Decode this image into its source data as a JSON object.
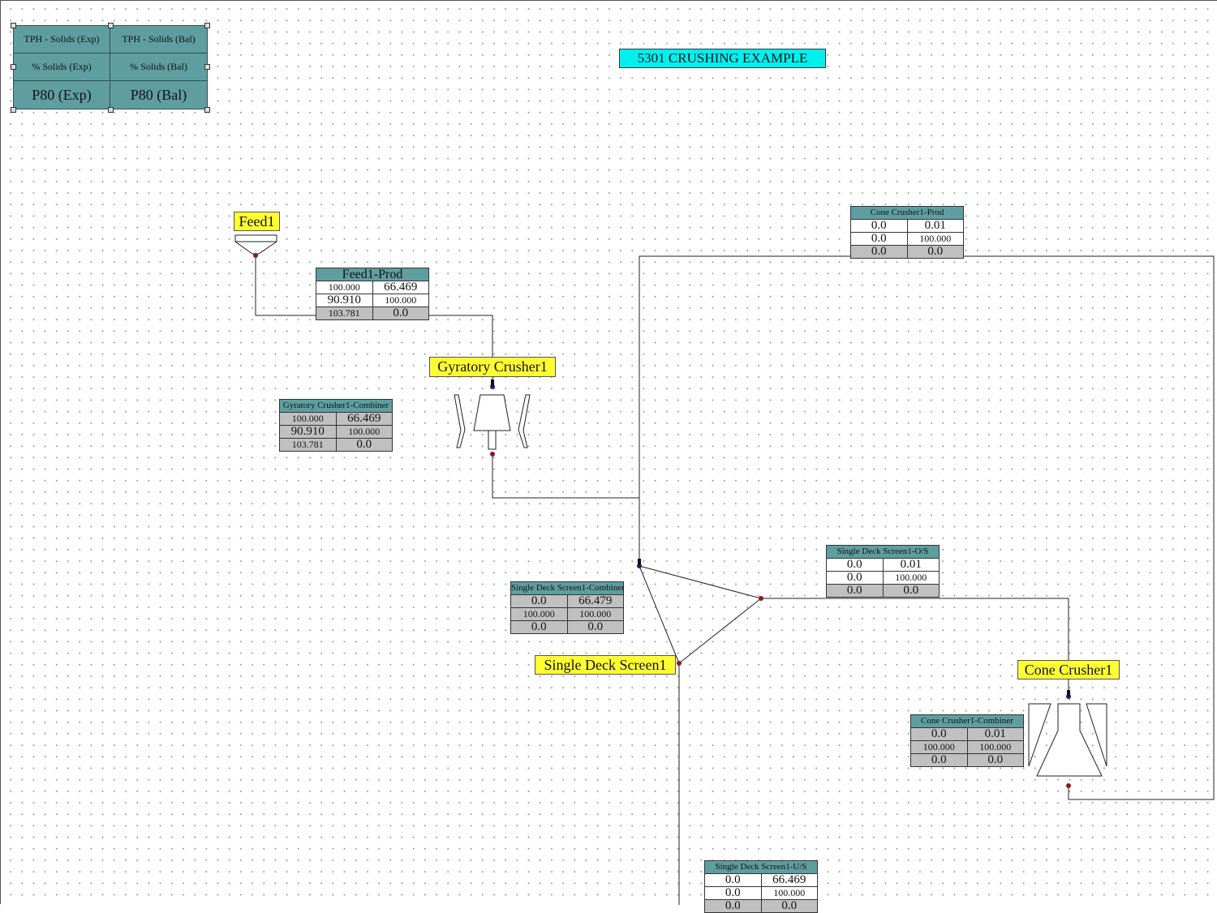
{
  "legend": {
    "r1c1": "TPH - Solids (Exp)",
    "r1c2": "TPH - Solids (Bal)",
    "r2c1": "% Solids (Exp)",
    "r2c2": "% Solids (Bal)",
    "r3c1": "P80 (Exp)",
    "r3c2": "P80 (Bal)"
  },
  "title": "5301 CRUSHING EXAMPLE",
  "units": {
    "feed": "Feed1",
    "gyratory": "Gyratory Crusher1",
    "screen": "Single Deck Screen1",
    "cone": "Cone Crusher1"
  },
  "tables": [
    {
      "title": "Feed1-Prod",
      "kind": "stream",
      "rows": [
        [
          "100.000",
          "66.469"
        ],
        [
          "90.910",
          "100.000"
        ],
        [
          "103.781",
          "0.0"
        ]
      ]
    },
    {
      "title": "Gyratory Crusher1-Combiner",
      "kind": "combiner",
      "rows": [
        [
          "100.000",
          "66.469"
        ],
        [
          "90.910",
          "100.000"
        ],
        [
          "103.781",
          "0.0"
        ]
      ]
    },
    {
      "title": "Cone Crusher1-Prod",
      "kind": "stream",
      "rows": [
        [
          "0.0",
          "0.01"
        ],
        [
          "0.0",
          "100.000"
        ],
        [
          "0.0",
          "0.0"
        ]
      ]
    },
    {
      "title": "Single Deck Screen1-O/S",
      "kind": "stream",
      "rows": [
        [
          "0.0",
          "0.01"
        ],
        [
          "0.0",
          "100.000"
        ],
        [
          "0.0",
          "0.0"
        ]
      ]
    },
    {
      "title": "Single Deck Screen1-Combiner",
      "kind": "combiner",
      "rows": [
        [
          "0.0",
          "66.479"
        ],
        [
          "100.000",
          "100.000"
        ],
        [
          "0.0",
          "0.0"
        ]
      ]
    },
    {
      "title": "Cone Crusher1-Combiner",
      "kind": "combiner",
      "rows": [
        [
          "0.0",
          "0.01"
        ],
        [
          "100.000",
          "100.000"
        ],
        [
          "0.0",
          "0.0"
        ]
      ]
    },
    {
      "title": "Single Deck Screen1-U/S",
      "kind": "stream",
      "rows": [
        [
          "0.0",
          "66.469"
        ],
        [
          "0.0",
          "100.000"
        ],
        [
          "0.0",
          "0.0"
        ]
      ]
    }
  ],
  "colors": {
    "legend": "#5f9ea0",
    "label": "#ffff33",
    "title": "#00f0f0",
    "inlet": "#1a237e",
    "outlet": "#8b1a1a"
  }
}
